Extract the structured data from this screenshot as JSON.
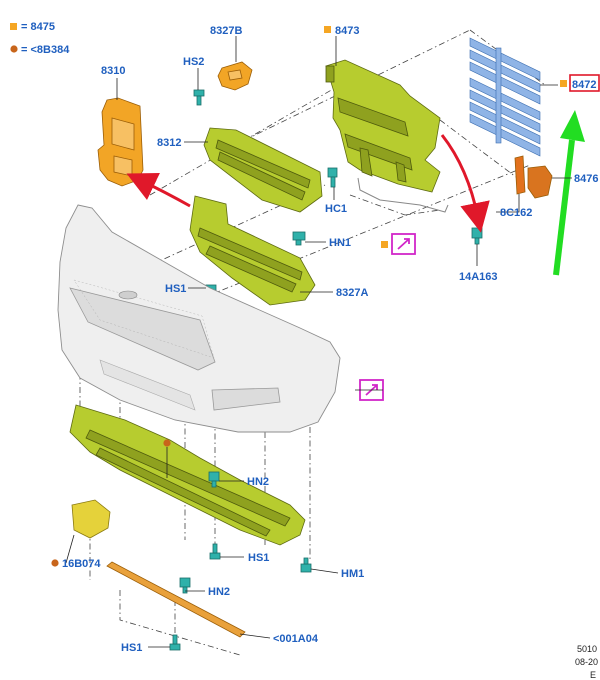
{
  "legend": {
    "square_label": "= 8475",
    "dot_label": "= <8B384"
  },
  "labels": {
    "p8327B": "8327B",
    "p8473": "8473",
    "p8472": "8472",
    "p8310": "8310",
    "pHS2": "HS2",
    "p8312": "8312",
    "pHC1": "HC1",
    "p8476": "8476",
    "p8C162": "8C162",
    "pHN1": "HN1",
    "p14A163": "14A163",
    "pHS1a": "HS1",
    "p8327A": "8327A",
    "pHN2a": "HN2",
    "pHS1b": "HS1",
    "p16B074": "16B074",
    "pHN2b": "HN2",
    "pHM1": "HM1",
    "pHS1c": "HS1",
    "p001A04": "<001A04"
  },
  "corner": {
    "line1": "5010",
    "line2": "08-20",
    "line3": "E"
  },
  "colors": {
    "label_blue": "#1f5fbf",
    "legend_square": "#f5a623",
    "legend_dot": "#c8651b",
    "part_olive": "#b7cc2f",
    "part_orange": "#f2a526",
    "part_blue": "#8fb4e6",
    "clip_teal": "#2fb1aa",
    "highlight_box": "#e0182a",
    "magenta_box": "#d126c9",
    "arrow_red": "#e0182a",
    "arrow_green": "#22dd22"
  },
  "icons": {
    "magenta_box": "pencil-arrow-icon"
  }
}
